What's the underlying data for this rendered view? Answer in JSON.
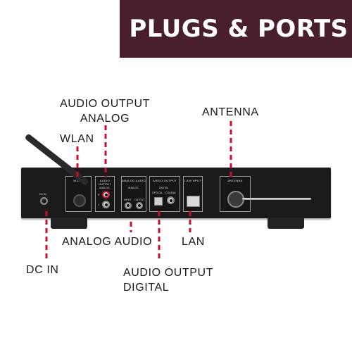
{
  "banner": {
    "title": "PLUGS & PORTS"
  },
  "callouts": {
    "audio_output_analog_line1": "AUDIO OUTPUT",
    "audio_output_analog_line2": "ANALOG",
    "wlan": "WLAN",
    "antenna": "ANTENNA",
    "analog_audio": "ANALOG AUDIO",
    "lan": "LAN",
    "dc_in": "DC IN",
    "audio_output_digital_line1": "AUDIO OUTPUT",
    "audio_output_digital_line2": "DIGITAL"
  },
  "panel": {
    "dc_in": "DC IN",
    "wlan": "W-LAN",
    "audio_output": "AUDIO OUTPUT",
    "analog": "ANALOG",
    "r": "R",
    "l": "L",
    "analog_audio": "ANALOG AUDIO",
    "analog_sub": "ANALOG",
    "input": "INPUT",
    "output": "OUTPUT",
    "digital_output": "AUDIO OUTPUT",
    "digital_sub": "DIGITAL",
    "optical": "OPTICAL",
    "coaxial": "COAXIAL",
    "lan": "LAN INPUT",
    "antenna": "ANTENNA"
  },
  "colors": {
    "banner": "#4a1f2c",
    "leader_dash": "#c8102e",
    "device": "#1b1b1b"
  }
}
